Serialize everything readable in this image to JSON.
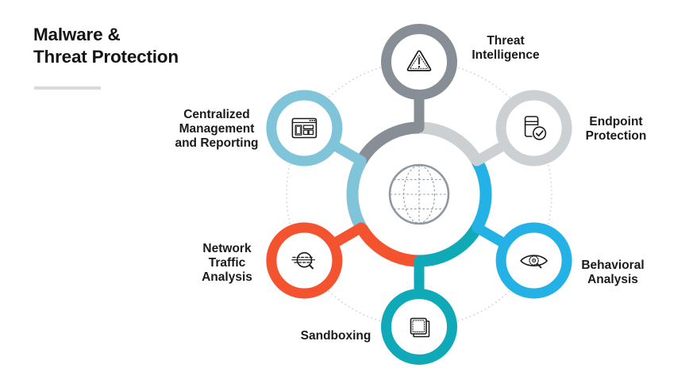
{
  "title": {
    "text": "Malware &\nThreat Protection"
  },
  "diagram": {
    "icon_color": "#1A1A1A",
    "globe_color": "#8F98A2",
    "dotted_circle_color": "#C9CBCD",
    "underline_color": "#D9D9D9",
    "hub_icon": "globe-icon"
  },
  "nodes": [
    {
      "id": "threat-intelligence",
      "label": "Threat\nIntelligence",
      "color": "#878E96",
      "icon": "warning-triangle-icon"
    },
    {
      "id": "endpoint-protection",
      "label": "Endpoint\nProtection",
      "color": "#CDD0D3",
      "icon": "device-check-icon"
    },
    {
      "id": "behavioral-analysis",
      "label": "Behavioral\nAnalysis",
      "color": "#24B2E6",
      "icon": "eye-magnifier-icon"
    },
    {
      "id": "sandboxing",
      "label": "Sandboxing",
      "color": "#10A9B8",
      "icon": "layered-box-icon"
    },
    {
      "id": "network-traffic-analysis",
      "label": "Network\nTraffic\nAnalysis",
      "color": "#F3532E",
      "icon": "magnifier-traffic-icon"
    },
    {
      "id": "centralized-management-and-reporting",
      "label": "Centralized\nManagement\nand Reporting",
      "color": "#7FC4D8",
      "icon": "dashboard-window-icon"
    }
  ]
}
